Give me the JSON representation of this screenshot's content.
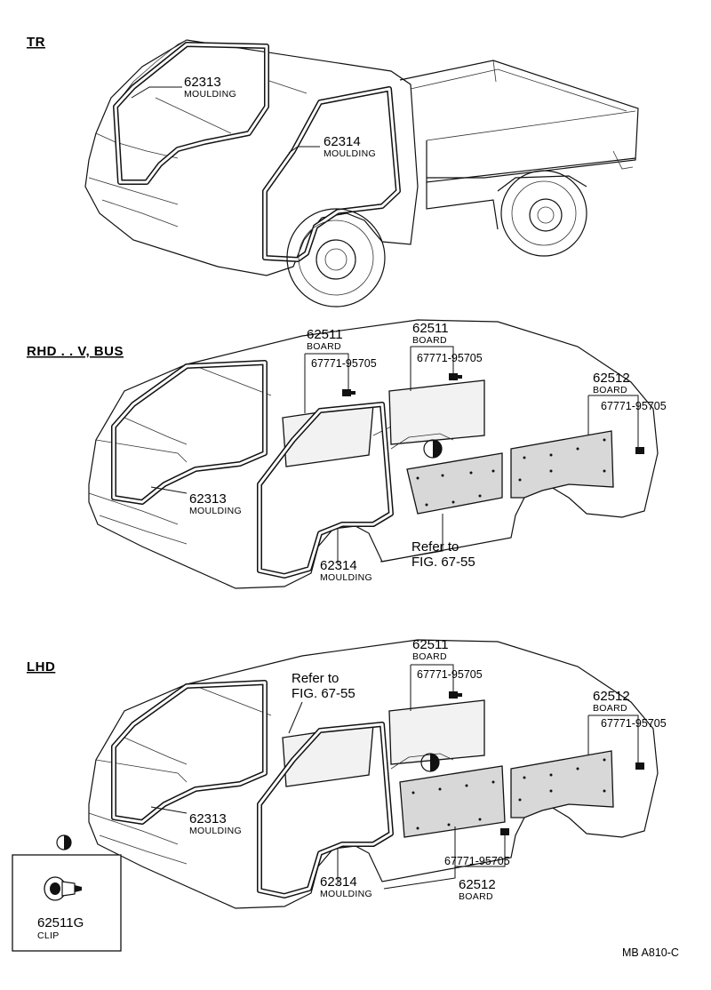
{
  "sections": {
    "tr": "TR",
    "rhd": "RHD . . V, BUS",
    "lhd": "LHD"
  },
  "tr": {
    "p62313": {
      "num": "62313",
      "name": "MOULDING"
    },
    "p62314": {
      "num": "62314",
      "name": "MOULDING"
    }
  },
  "rhd": {
    "board_a": {
      "num": "62511",
      "name": "BOARD"
    },
    "clip_a": "67771-95705",
    "board_b": {
      "num": "62511",
      "name": "BOARD"
    },
    "clip_b": "67771-95705",
    "board_c": {
      "num": "62512",
      "name": "BOARD"
    },
    "clip_c": "67771-95705",
    "p62313": {
      "num": "62313",
      "name": "MOULDING"
    },
    "p62314": {
      "num": "62314",
      "name": "MOULDING"
    },
    "refer_line1": "Refer to",
    "refer_line2": "FIG. 67-55"
  },
  "lhd": {
    "refer_line1": "Refer to",
    "refer_line2": "FIG. 67-55",
    "board_b": {
      "num": "62511",
      "name": "BOARD"
    },
    "clip_b": "67771-95705",
    "board_c": {
      "num": "62512",
      "name": "BOARD"
    },
    "clip_c": "67771-95705",
    "p62313": {
      "num": "62313",
      "name": "MOULDING"
    },
    "p62314": {
      "num": "62314",
      "name": "MOULDING"
    },
    "clip_d": "67771-95705",
    "board_d": {
      "num": "62512",
      "name": "BOARD"
    }
  },
  "inset": {
    "num": "62511G",
    "name": "CLIP"
  },
  "footer": "MB  A810-C"
}
